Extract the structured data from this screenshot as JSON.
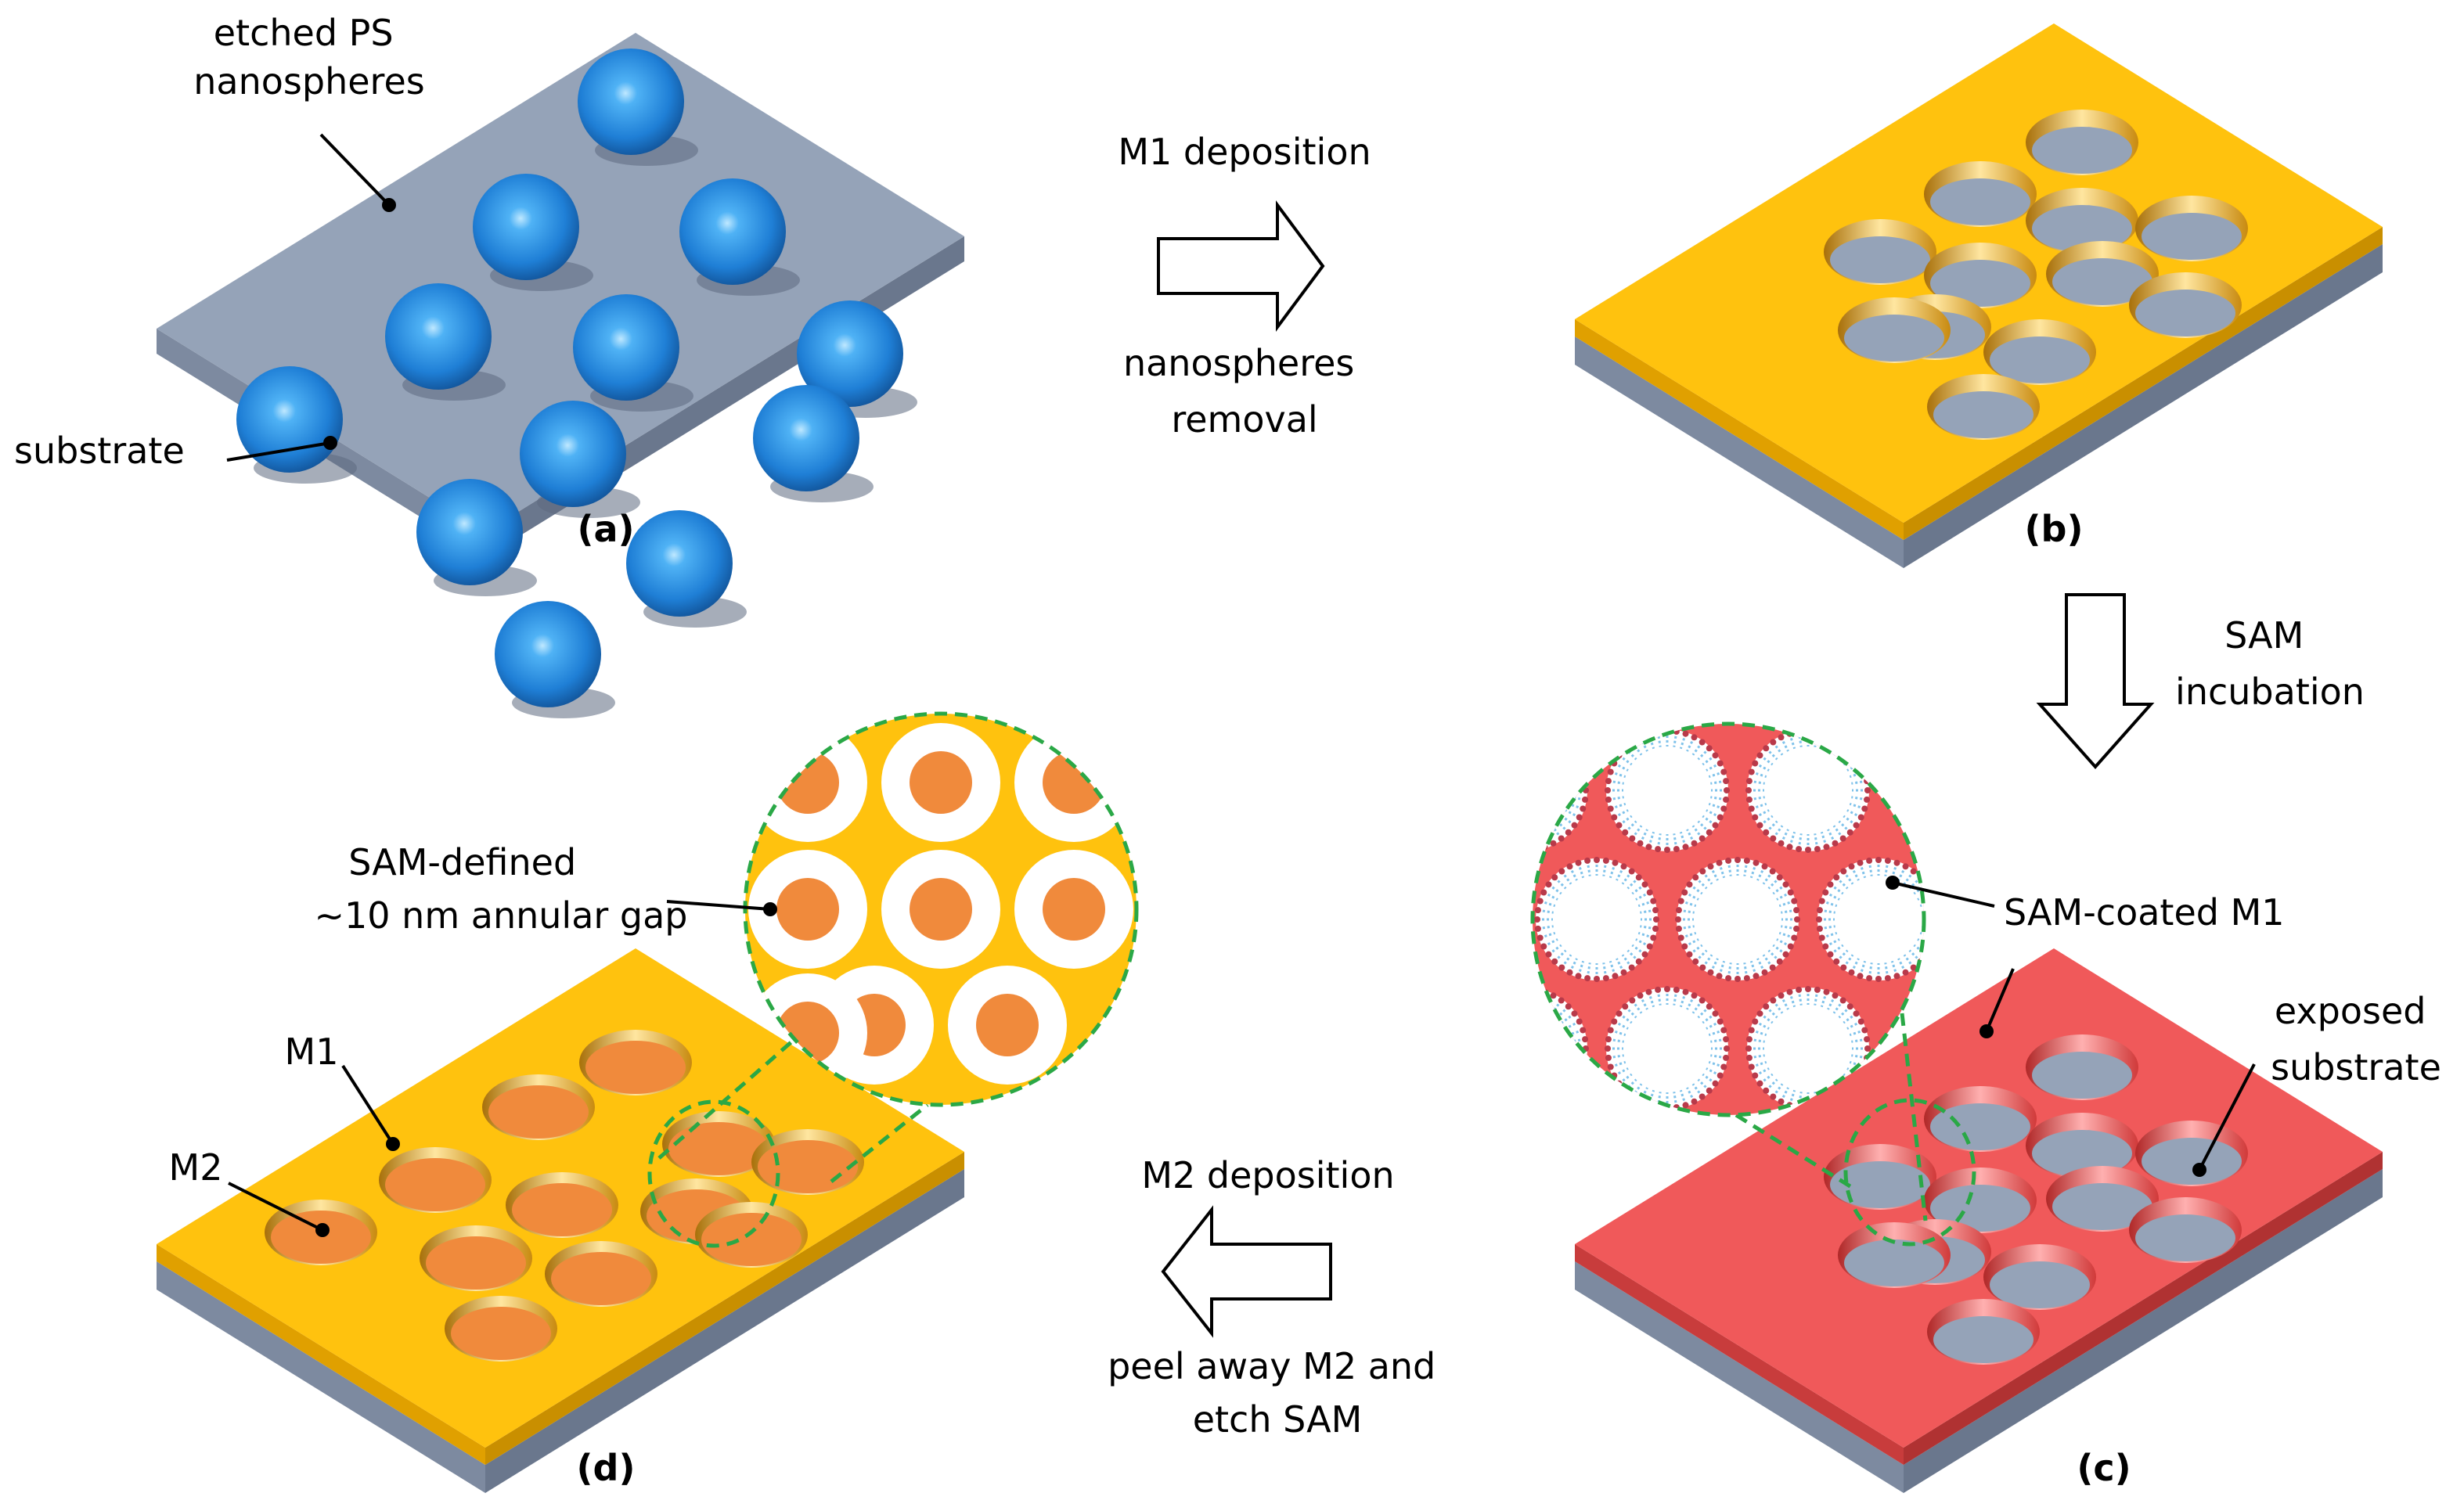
{
  "panels": {
    "a": "(a)",
    "b": "(b)",
    "c": "(c)",
    "d": "(d)"
  },
  "labels": {
    "etched_ps": [
      "etched PS",
      "nanospheres"
    ],
    "substrate": "substrate",
    "m1_deposition": "M1 deposition",
    "nanospheres_removal": [
      "nanospheres",
      "removal"
    ],
    "sam_incubation": [
      "SAM",
      "incubation"
    ],
    "sam_coated_m1": "SAM-coated M1",
    "exposed_substrate": [
      "exposed",
      "substrate"
    ],
    "m2_deposition": "M2 deposition",
    "peel_away": [
      "peel away M2 and",
      "etch SAM"
    ],
    "sam_defined": [
      "SAM-defined",
      "~10 nm annular gap"
    ],
    "m1": "M1",
    "m2": "M2"
  },
  "colors": {
    "substrate": "#95a3b8",
    "gold": "#ffc20e",
    "sam_red": "#f0595a",
    "m2_orange": "#f08a3c",
    "sphere_blue": "#1f88e0",
    "zoom_dash": "#2aa846",
    "sam_molecule": "#7fc2ea"
  }
}
